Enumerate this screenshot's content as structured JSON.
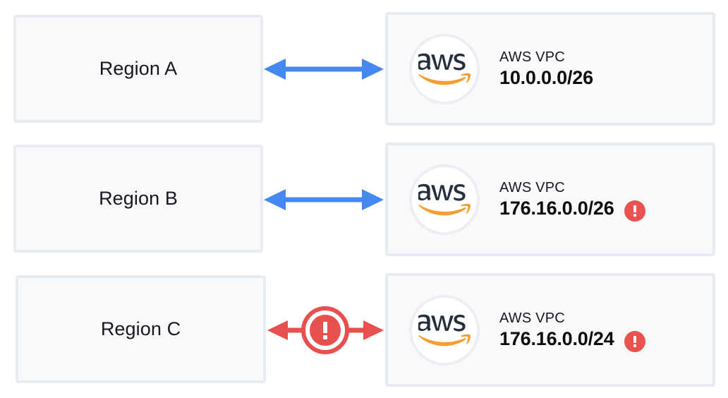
{
  "diagram": {
    "title": "AWS VPC CIDR overlap diagram",
    "colors": {
      "panel_fill": "#f7f9fb",
      "panel_border": "#e8ebf1",
      "arrow_ok": "#4589f0",
      "arrow_error": "#e8504e",
      "alert_red": "#e9524f",
      "aws_navy": "#252f3e",
      "aws_orange": "#f59d2e",
      "text": "#16181c",
      "background": "#ffffff"
    },
    "rows": [
      {
        "region_label": "Region A",
        "connector_state": "ok",
        "connector_icon": "double-arrow-blue",
        "vpc_title": "AWS VPC",
        "vpc_cidr": "10.0.0.0/26",
        "vpc_alert": false,
        "logo_text": "aws"
      },
      {
        "region_label": "Region B",
        "connector_state": "ok",
        "connector_icon": "double-arrow-blue",
        "vpc_title": "AWS VPC",
        "vpc_cidr": "176.16.0.0/26",
        "vpc_alert": true,
        "logo_text": "aws"
      },
      {
        "region_label": "Region C",
        "connector_state": "error",
        "connector_icon": "double-arrow-red-blocked",
        "vpc_title": "AWS VPC",
        "vpc_cidr": "176.16.0.0/24",
        "vpc_alert": true,
        "logo_text": "aws"
      }
    ]
  }
}
